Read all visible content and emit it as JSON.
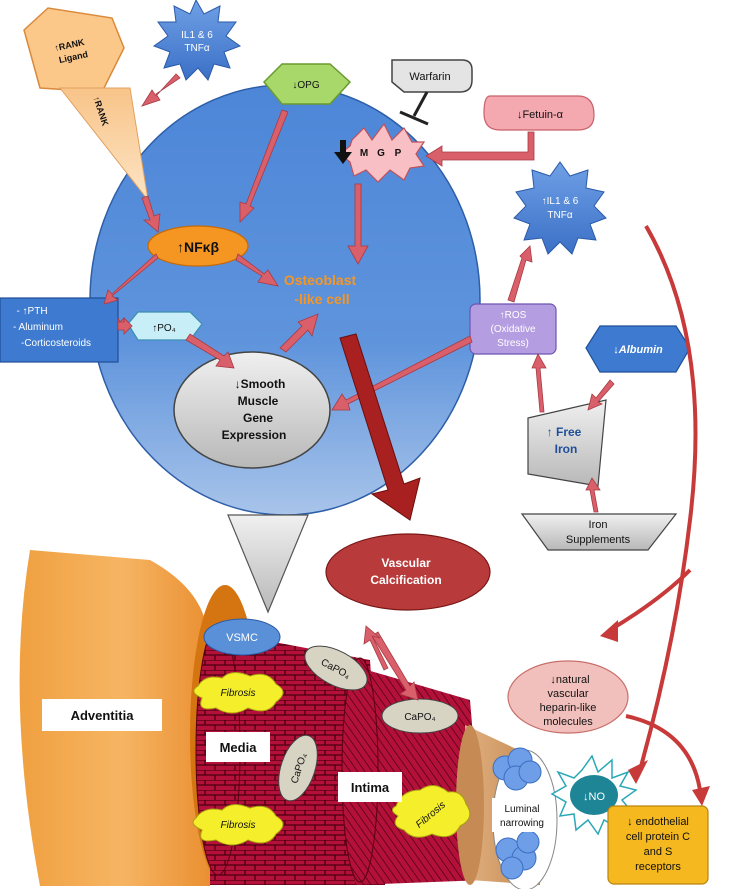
{
  "nodes": {
    "il16_top": {
      "line1": "IL1 & 6",
      "line2": "TNFα"
    },
    "rank_ligand": {
      "line1": "↑RANK",
      "line2": "Ligand"
    },
    "rank": {
      "label": "↑RANK"
    },
    "opg": {
      "label": "↓OPG"
    },
    "warfarin": {
      "label": "Warfarin"
    },
    "fetuin": {
      "label": "↓Fetuin-α"
    },
    "mgp": {
      "arrow": "↓",
      "m": "M",
      "g": "G",
      "p": "P"
    },
    "il16_right": {
      "line1": "↑IL1 & 6",
      "line2": "TNFα"
    },
    "nfkb": {
      "label": "↑NFκβ"
    },
    "osteoblast": {
      "line1": "Osteoblast",
      "line2": "-like cell"
    },
    "pth_box": {
      "line1": "- ↑PTH",
      "line2": "- Aluminum",
      "line3": "-Corticosteroids"
    },
    "po4_top": {
      "label": "↑PO₄"
    },
    "ros": {
      "line1": "↑ROS",
      "line2": "(Oxidative",
      "line3": "Stress)"
    },
    "albumin": {
      "label": "↓Albumin"
    },
    "smooth_muscle": {
      "line1": "↓Smooth",
      "line2": "Muscle",
      "line3": "Gene",
      "line4": "Expression"
    },
    "free_iron": {
      "line1": "↑ Free",
      "line2": "Iron"
    },
    "iron_supp": {
      "line1": "Iron",
      "line2": "Supplements"
    },
    "vascular_calc": {
      "line1": "Vascular",
      "line2": "Calcification"
    },
    "heparin": {
      "line1": "↓natural",
      "line2": "vascular",
      "line3": "heparin-like",
      "line4": "molecules"
    },
    "no": {
      "label": "↓NO"
    },
    "endothelial": {
      "line1": "↓ endothelial",
      "line2": "cell protein C",
      "line3": "and S",
      "line4": "receptors"
    }
  },
  "vessel": {
    "adventitia": "Adventitia",
    "media": "Media",
    "intima": "Intima",
    "vsmc": "VSMC",
    "capo4": "CaPO₄",
    "fibrosis": "Fibrosis",
    "luminal": {
      "line1": "Luminal",
      "line2": "narrowing"
    }
  },
  "colors": {
    "cell_blue": "#5b8fd8",
    "arrow_red": "#d9606a",
    "dark_red": "#a8201f",
    "orange": "#ef8a1e",
    "media_red": "#b01030",
    "fibrosis_yellow": "#f5ee2a",
    "capo4_gray": "#d8d4c4",
    "tan": "#d4a070",
    "green": "#a8d86a",
    "lavender": "#b49de0",
    "pink": "#f2b4bb",
    "gold": "#f5b81e"
  }
}
